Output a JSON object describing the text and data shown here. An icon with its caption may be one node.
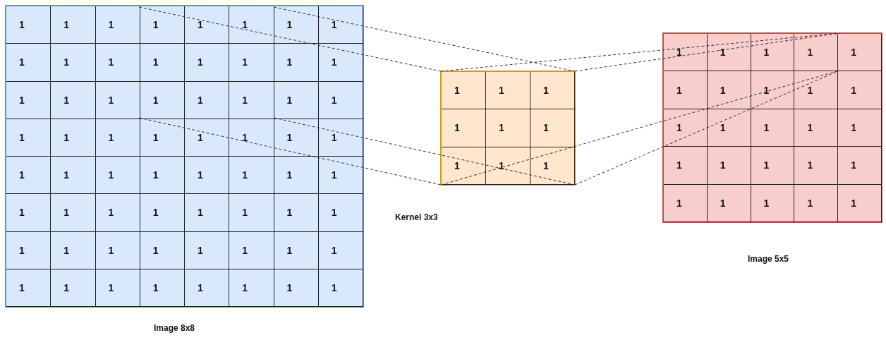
{
  "diagram": {
    "nodes": [
      {
        "text": [
          "Image 8x8"
        ]
      },
      {
        "text": [
          "Kernel 3x3"
        ]
      },
      {
        "text": [
          "Image 5x5"
        ]
      }
    ],
    "edges": [
      {
        "from": 0,
        "to": 1,
        "arrow": "none",
        "style": "dashed"
      },
      {
        "from": 0,
        "to": 1,
        "arrow": "none",
        "style": "dashed"
      },
      {
        "from": 0,
        "to": 1,
        "arrow": "none",
        "style": "dashed"
      },
      {
        "from": 0,
        "to": 1,
        "arrow": "none",
        "style": "dashed"
      },
      {
        "from": 1,
        "to": 2,
        "arrow": "none",
        "style": "dashed"
      },
      {
        "from": 1,
        "to": 2,
        "arrow": "none",
        "style": "dashed"
      },
      {
        "from": 1,
        "to": 2,
        "arrow": "none",
        "style": "dashed"
      },
      {
        "from": 1,
        "to": 2,
        "arrow": "none",
        "style": "dashed"
      }
    ],
    "labels": [
      "1",
      "1",
      "1",
      "1",
      "1",
      "1",
      "1",
      "1",
      "1",
      "1",
      "1",
      "1",
      "1",
      "1",
      "1",
      "1",
      "1",
      "1",
      "1",
      "1",
      "1",
      "1",
      "1",
      "1",
      "1",
      "1",
      "1",
      "1",
      "1",
      "1",
      "1",
      "1",
      "1",
      "1",
      "1",
      "1",
      "1",
      "1",
      "1",
      "1",
      "1",
      "1",
      "1",
      "1",
      "1",
      "1",
      "1",
      "1",
      "1",
      "1",
      "1",
      "1",
      "1",
      "1",
      "1",
      "1",
      "1",
      "1",
      "1",
      "1",
      "1",
      "1",
      "1",
      "1",
      "1",
      "1",
      "1",
      "1",
      "1",
      "1",
      "1",
      "1",
      "1",
      "1",
      "1",
      "1",
      "1",
      "1",
      "1",
      "1",
      "1",
      "1",
      "1",
      "1",
      "1",
      "1",
      "1",
      "1",
      "1",
      "1",
      "1",
      "1",
      "1",
      "1",
      "1",
      "1",
      "1",
      "1"
    ]
  }
}
